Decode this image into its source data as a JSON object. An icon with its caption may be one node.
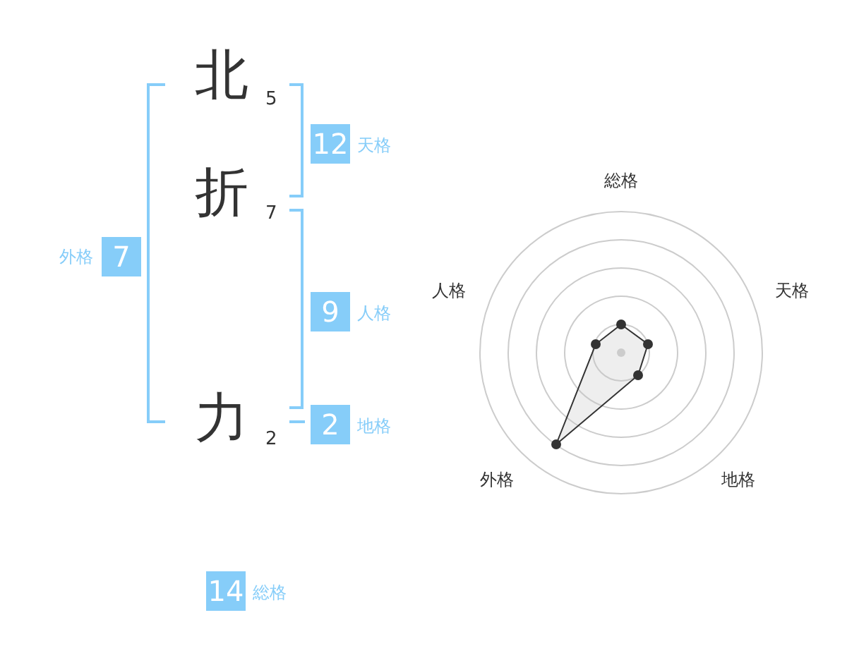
{
  "diagram": {
    "nodes": [
      {
        "text": [
          "12"
        ],
        "beside": [
          "天格"
        ]
      },
      {
        "text": [
          "7"
        ],
        "beside": [
          "外格"
        ]
      },
      {
        "text": [
          "9"
        ],
        "beside": [
          "人格"
        ]
      },
      {
        "text": [
          "2"
        ],
        "beside": [
          "地格"
        ]
      },
      {
        "text": [
          "14"
        ],
        "beside": [
          "総格"
        ]
      }
    ],
    "labels": [
      "北",
      "5",
      "折",
      "7",
      "力",
      "2",
      "総格",
      "人格",
      "天格",
      "外格",
      "地格"
    ]
  }
}
